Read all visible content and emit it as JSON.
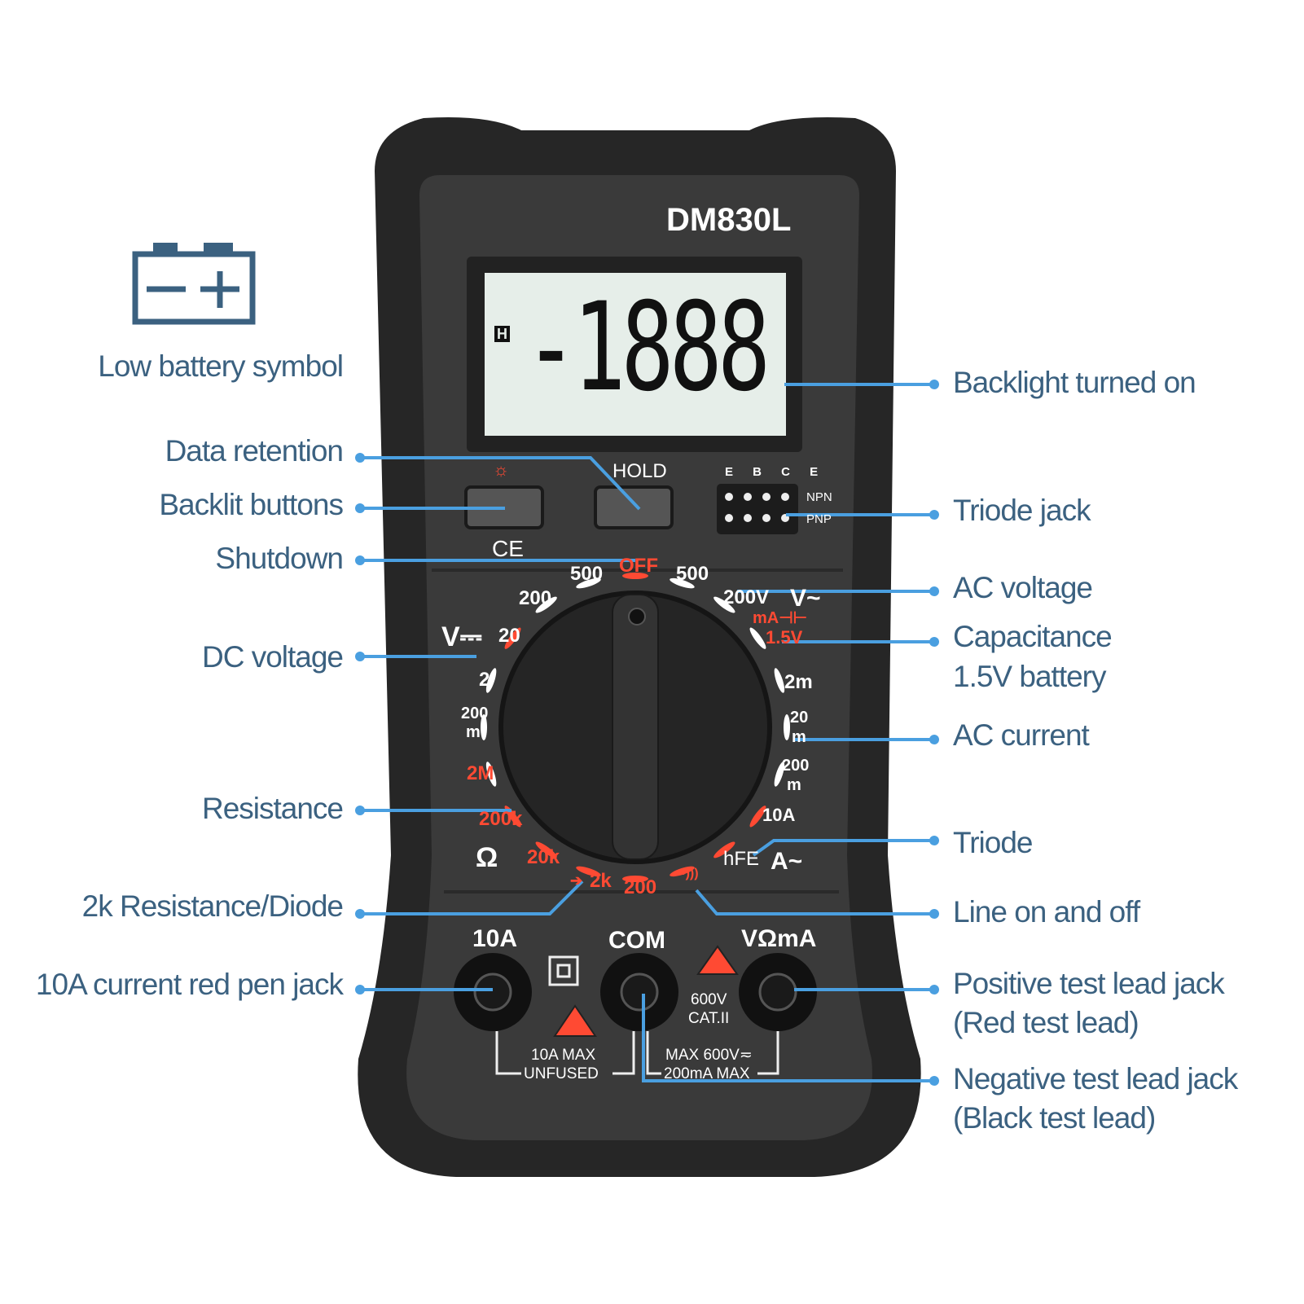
{
  "device": {
    "model": "DM830L",
    "display": "-1888",
    "hold_label": "HOLD",
    "triode_pins": "E B C E",
    "npn": "NPN",
    "pnp": "PNP",
    "ce_mark": "CE",
    "lcd_h": "H"
  },
  "dial": {
    "off": "OFF",
    "v_dc": "V⎓",
    "v_ac": "V~",
    "a_ac": "A~",
    "ohm": "Ω",
    "ranges": {
      "dcv_500": "500",
      "dcv_200": "200",
      "dcv_20": "20",
      "dcv_2": "2",
      "dcv_200m": "200",
      "dcv_200m_unit": "m",
      "res_2M": "2M",
      "res_200k": "200k",
      "res_20k": "20k",
      "res_2k": "2k",
      "diode": "➔",
      "res_200": "200",
      "continuity": "•)))",
      "acv_500": "500",
      "acv_200": "200V",
      "cap": "mA⊣⊢",
      "bat": "1.5V",
      "aca_2m": "2m",
      "aca_20": "20",
      "aca_20_unit": "m",
      "aca_200": "200",
      "aca_200_unit": "m",
      "aca_10A": "10A",
      "hfe": "hFE"
    }
  },
  "jacks": {
    "a10": "10A",
    "com": "COM",
    "vma": "VΩmA",
    "a10_note1": "10A MAX",
    "a10_note2": "UNFUSED",
    "cat1": "600V",
    "cat2": "CAT.II",
    "vma_note1": "MAX 600V≂",
    "vma_note2": "200mA MAX"
  },
  "callouts": {
    "low_battery": "Low battery symbol",
    "data_retention": "Data retention",
    "backlit": "Backlit buttons",
    "shutdown": "Shutdown",
    "dc_voltage": "DC voltage",
    "resistance": "Resistance",
    "diode": "2k Resistance/Diode",
    "jack_10a": "10A current red pen jack",
    "backlight": "Backlight turned on",
    "triode_jack": "Triode jack",
    "ac_voltage": "AC voltage",
    "capacitance1": "Capacitance",
    "capacitance2": "1.5V battery",
    "ac_current": "AC current",
    "triode": "Triode",
    "continuity": "Line on and off",
    "positive1": "Positive test lead jack",
    "positive2": "(Red test lead)",
    "negative1": "Negative test lead jack",
    "negative2": "(Black test lead)"
  },
  "colors": {
    "label": "#3b6180",
    "line": "#4a9fe0",
    "accent_red": "#ff4a33",
    "body": "#2b2b2b"
  }
}
